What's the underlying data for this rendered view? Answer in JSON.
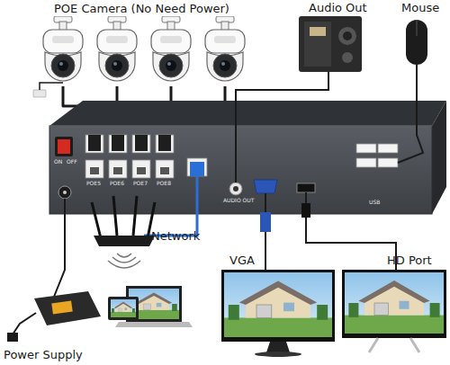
{
  "diagram": {
    "labels": [
      "POE Camera (No Need Power)",
      "Audio Out",
      "Mouse",
      "ON",
      "OFF",
      "POE5",
      "POE6",
      "POE7",
      "POE8",
      "AUDIO OUT",
      "USB",
      "Network",
      "VGA",
      "HD Port",
      "Power Supply"
    ]
  }
}
